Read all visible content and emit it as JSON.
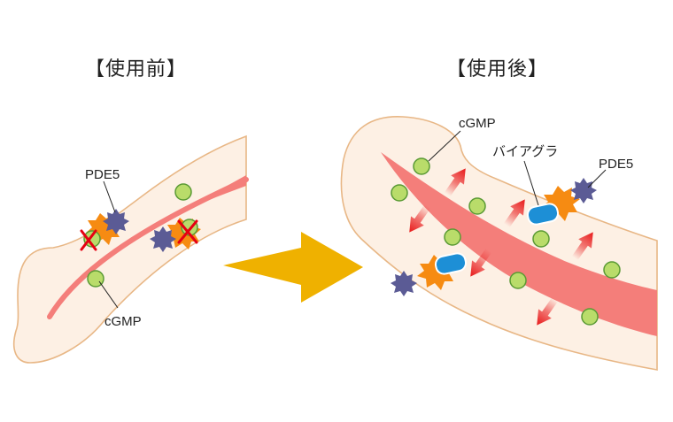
{
  "panels": {
    "before": {
      "title": "【使用前】",
      "labels": {
        "pde5": "PDE5",
        "cgmp": "cGMP"
      }
    },
    "after": {
      "title": "【使用後】",
      "labels": {
        "cgmp": "cGMP",
        "viagra": "バイアグラ",
        "pde5": "PDE5"
      }
    }
  },
  "colors": {
    "tissue_fill": "#fdf0e4",
    "tissue_outline": "#e8b786",
    "vessel": "#f47e7a",
    "cgmp_fill": "#b9dc6a",
    "cgmp_outline": "#5a9a34",
    "pde5_enzyme": "#5b5b95",
    "burst": "#f68b12",
    "inhibitor_x": "#e60012",
    "viagra_pill": "#1d8fd6",
    "flow_arrow": "#e8191a",
    "transition_arrow": "#efb100"
  },
  "icons": {
    "cgmp": "green-circle",
    "pde5": "navy-spiky-star",
    "reaction": "orange-burst",
    "inhibited": "red-x",
    "drug": "blue-capsule",
    "release": "red-gradient-arrow",
    "transition": "yellow-arrow"
  }
}
